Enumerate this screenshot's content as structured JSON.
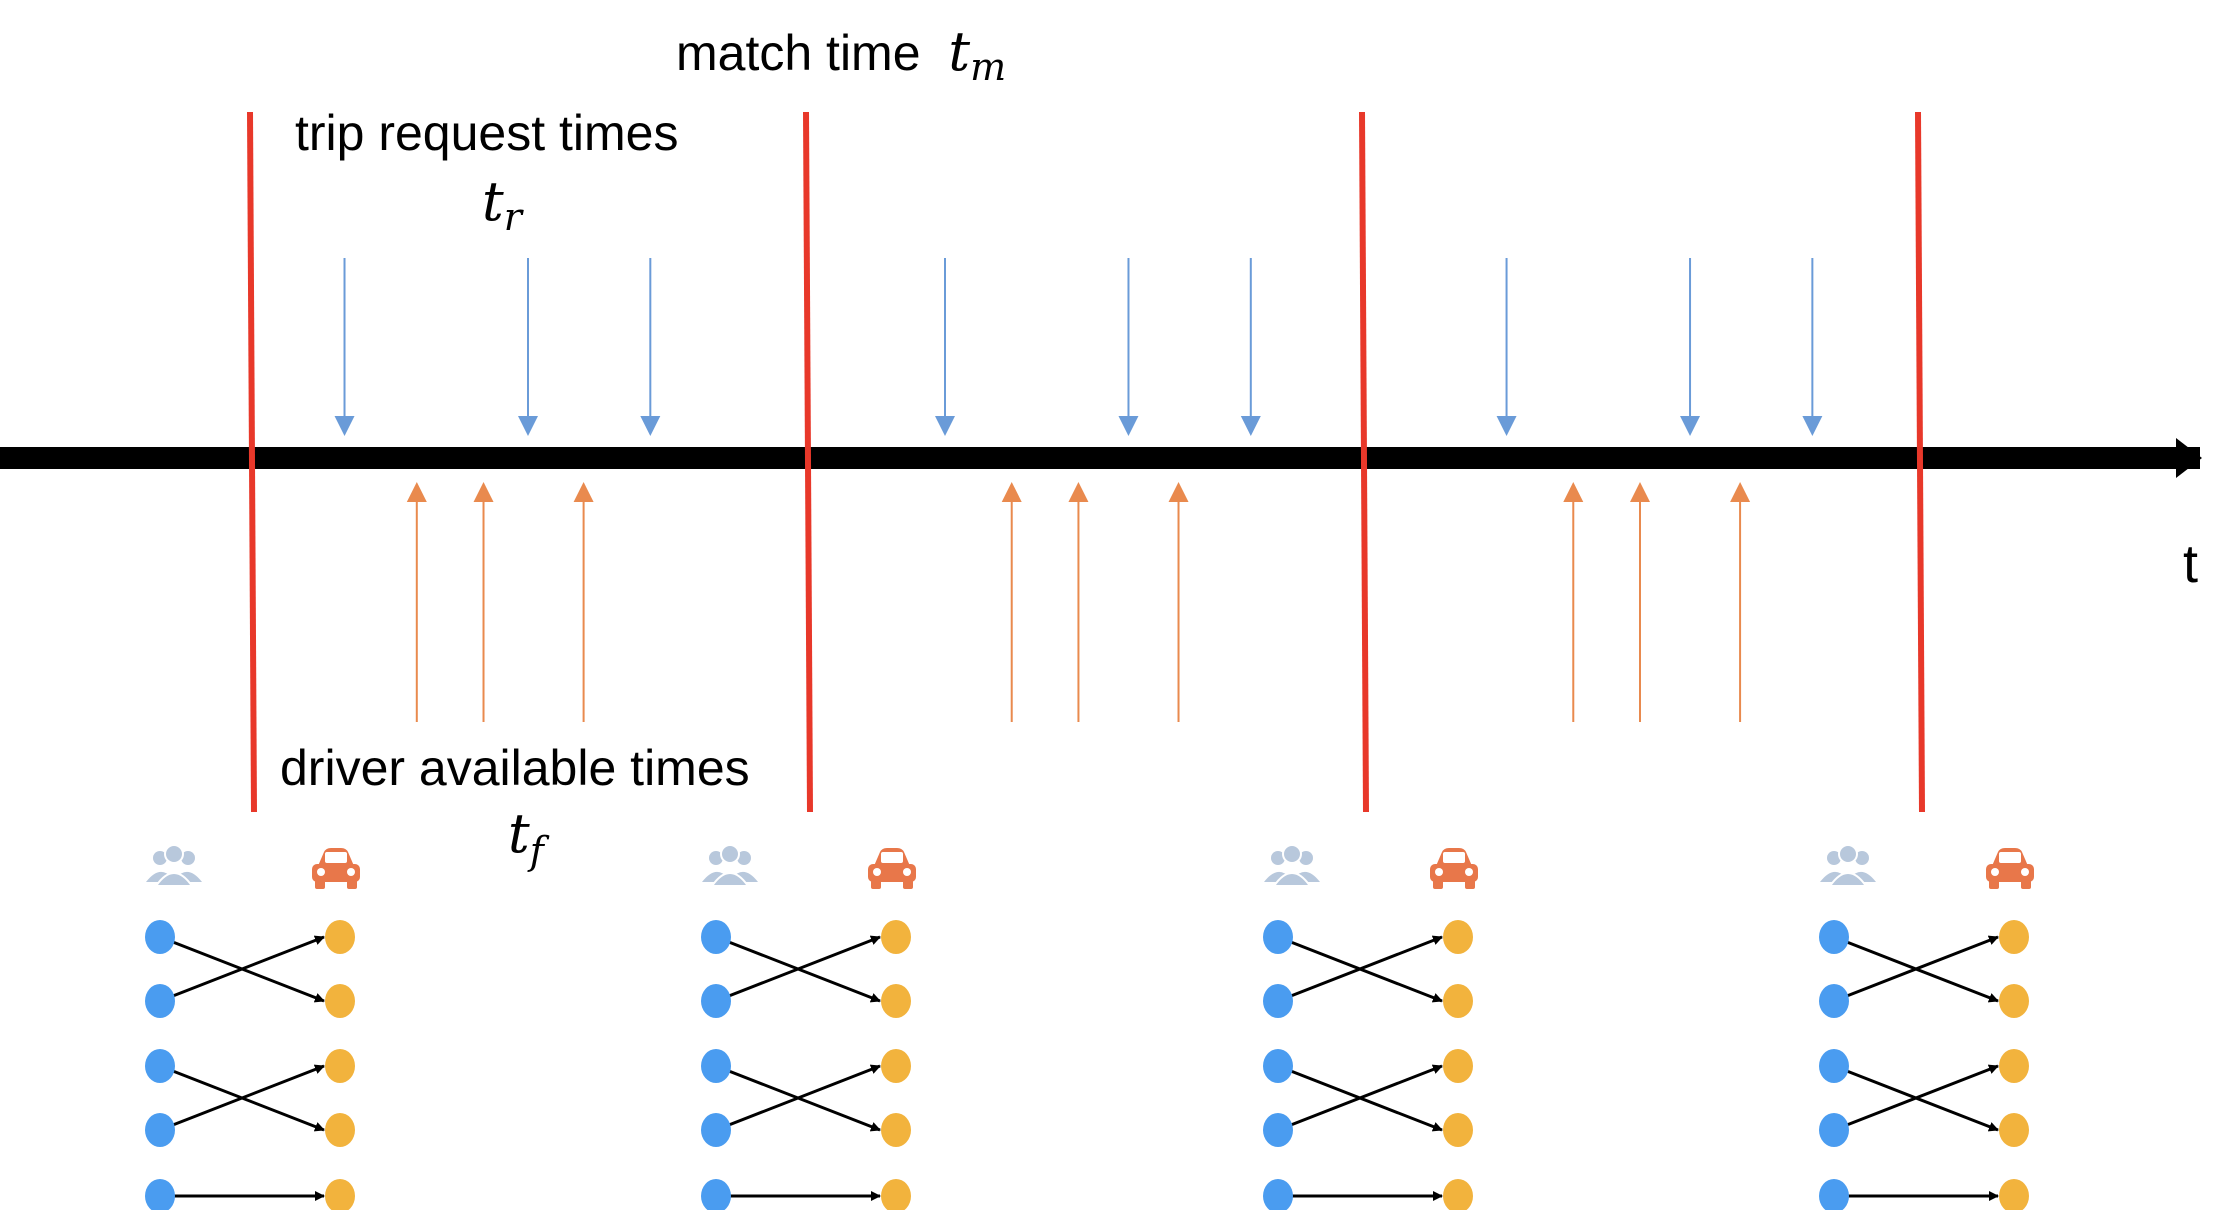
{
  "labels": {
    "match_time": "match time",
    "match_time_symbol": "t",
    "match_time_subscript": "m",
    "trip_request": "trip request times",
    "trip_request_symbol": "t",
    "trip_request_subscript": "r",
    "driver_available": "driver available times",
    "driver_available_symbol": "t",
    "driver_available_subscript": "f",
    "axis": "t"
  },
  "icons": {
    "riders": "group-users-icon",
    "drivers": "car-icon"
  },
  "colors": {
    "axis": "#000000",
    "match_line": "#e8382a",
    "request_arrow": "#6a9bd8",
    "driver_arrow": "#e98a4e",
    "rider_node": "#4a9cf0",
    "driver_node": "#f2b33d",
    "rider_icon": "#b8c8dc",
    "car_icon": "#e8774a",
    "match_arrow": "#000000"
  },
  "timeline": {
    "match_times": [
      0,
      1,
      2,
      3
    ],
    "request_times": [
      0.17,
      0.5,
      0.72,
      1.25,
      1.58,
      1.8,
      2.26,
      2.59,
      2.81
    ],
    "driver_times": [
      0.3,
      0.42,
      0.6,
      1.37,
      1.49,
      1.67,
      2.38,
      2.5,
      2.68
    ]
  },
  "bipartite": {
    "groups": 4,
    "nodes_per_side": 5,
    "matches": [
      [
        0,
        1
      ],
      [
        1,
        0
      ],
      [
        2,
        3
      ],
      [
        3,
        2
      ],
      [
        4,
        4
      ]
    ]
  }
}
